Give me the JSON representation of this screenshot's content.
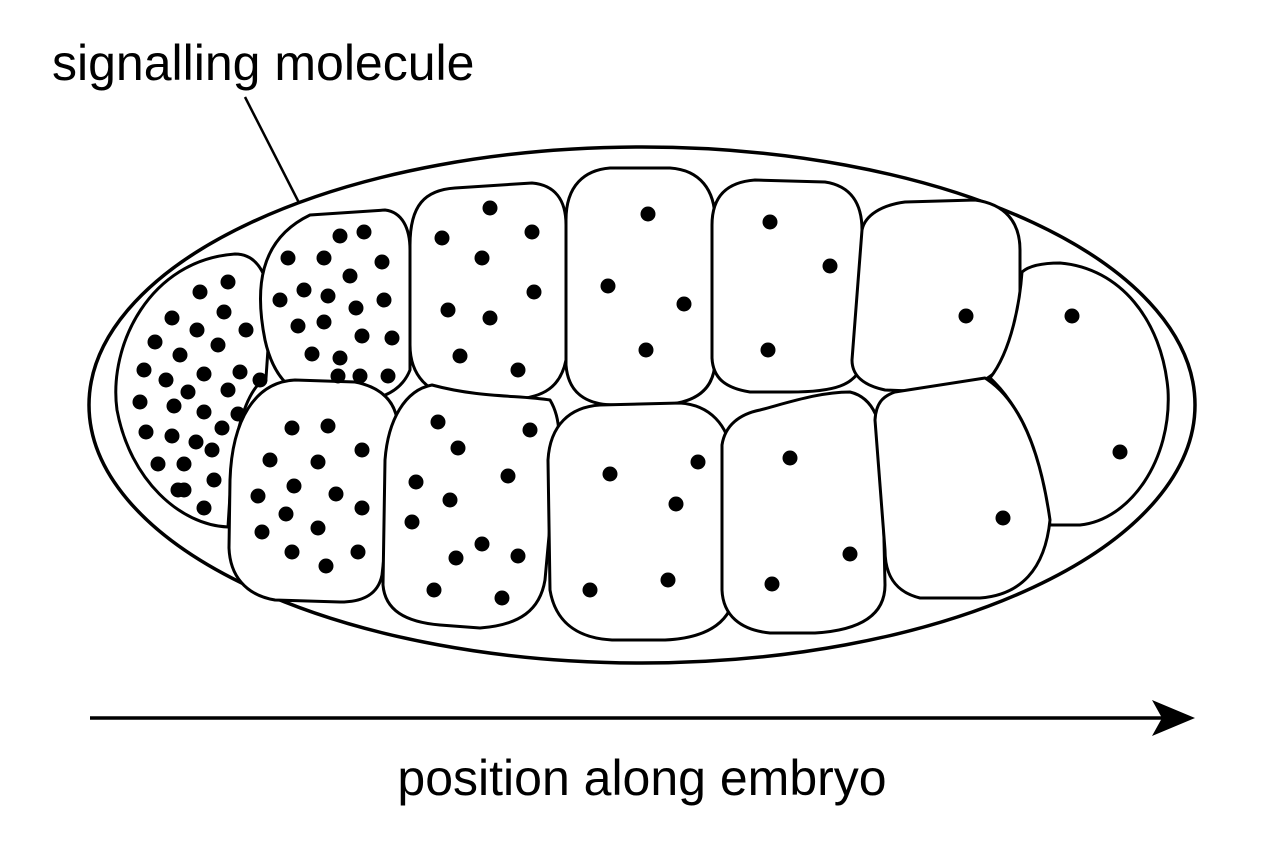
{
  "labels": {
    "molecule": "signalling molecule",
    "axis": "position along embryo"
  },
  "colors": {
    "stroke": "#000000",
    "fill": "#ffffff",
    "dot": "#000000"
  },
  "cells": [
    {
      "id": "left-end-cell"
    },
    {
      "id": "top-cell-1"
    },
    {
      "id": "top-cell-2"
    },
    {
      "id": "top-cell-3"
    },
    {
      "id": "top-cell-4"
    },
    {
      "id": "top-cell-5"
    },
    {
      "id": "right-end-cell"
    },
    {
      "id": "bottom-cell-1"
    },
    {
      "id": "bottom-cell-2"
    },
    {
      "id": "bottom-cell-3"
    },
    {
      "id": "bottom-cell-4"
    },
    {
      "id": "bottom-cell-5"
    }
  ]
}
